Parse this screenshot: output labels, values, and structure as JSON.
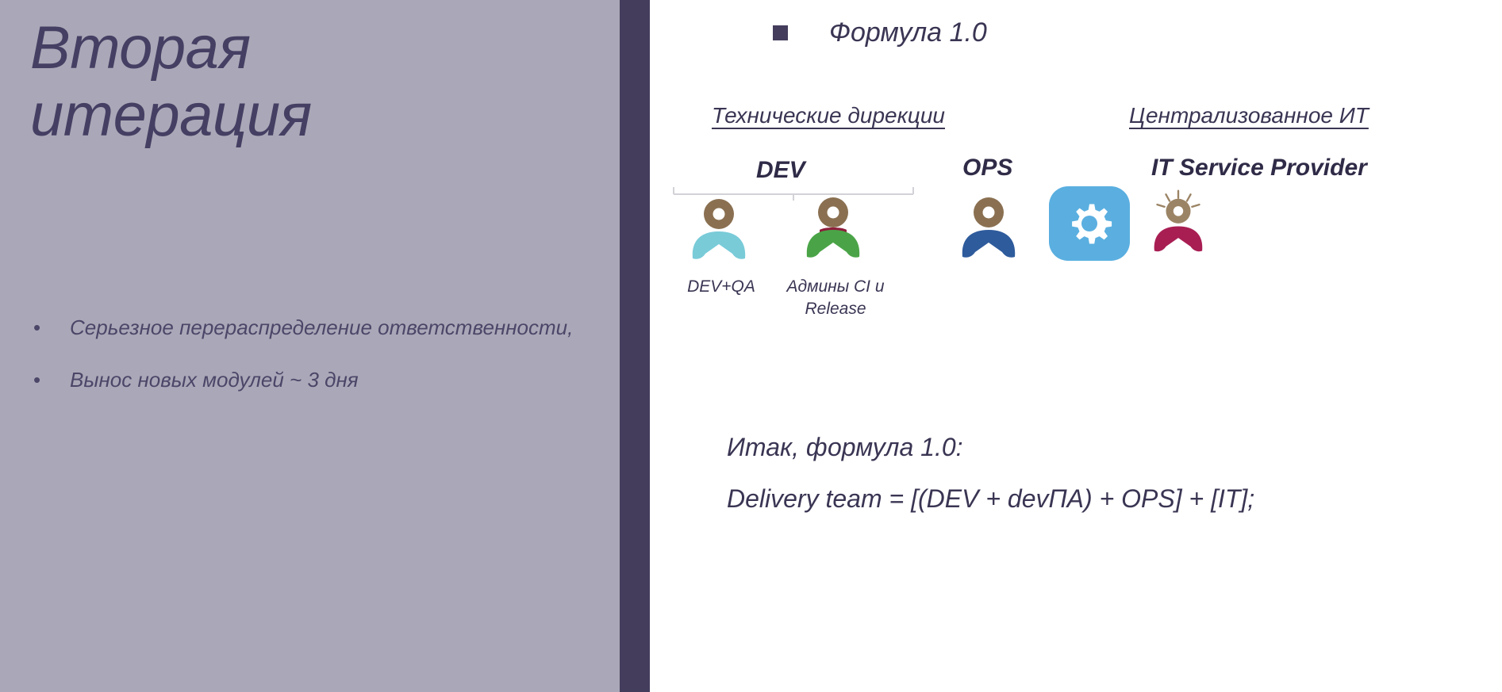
{
  "slide": {
    "title_lines": [
      "Вторая",
      "итерация"
    ],
    "bullet_marker": "•",
    "bullets": [
      "Серьезное перераспределение ответственности,",
      "Вынос новых модулей ~ 3 дня"
    ]
  },
  "right": {
    "heading": "Формула 1.0",
    "group_labels": {
      "technical": "Технические дирекции",
      "centralized": "Централизованное ИТ"
    },
    "columns": {
      "dev": "DEV",
      "ops": "OPS",
      "it_service_provider": "IT Service Provider"
    },
    "icon_captions": {
      "devqa": "DEV+QA",
      "admins": "Админы CI и Release"
    },
    "closing": {
      "line1": "Итак, формула 1.0:",
      "line2": "Delivery team = [(DEV + devПА) + OPS] + [IT];"
    }
  },
  "colors": {
    "panel_bg": "#aaa8b8",
    "divider": "#443d5c",
    "title_text": "#453f63",
    "body_text": "#3a3553",
    "person_devqa_body": "#79cbd8",
    "person_admins_body": "#4aa447",
    "person_admins_collar": "#8e1e3c",
    "person_ops_body": "#2e5b9c",
    "person_itsp_body": "#a81e53",
    "person_head": "#a08a6a",
    "gear_tile": "#5aafe0",
    "gear_glyph": "#ffffff",
    "bracket": "#d2d2d8"
  }
}
